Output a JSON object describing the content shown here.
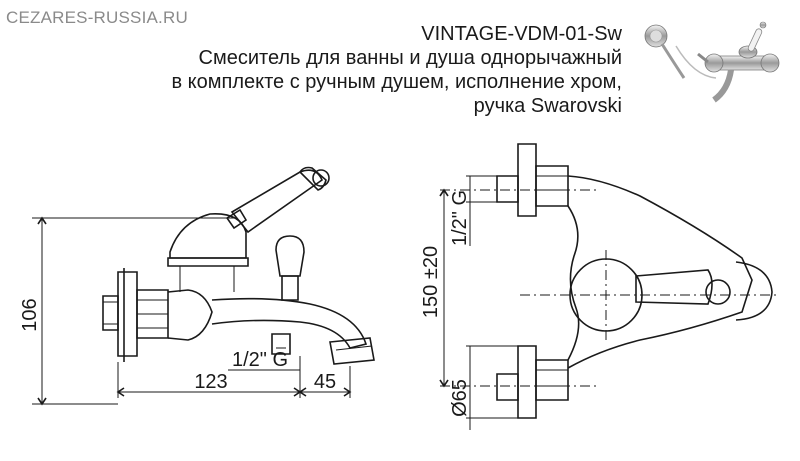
{
  "site": "CEZARES-RUSSIA.RU",
  "model": "VINTAGE-VDM-01-Sw",
  "description_lines": [
    "Смеситель для ванны и душа однорычажный",
    "в комплекте с ручным душем, исполнение хром,",
    "ручка Swarovski"
  ],
  "dimensions": {
    "height": "106",
    "length_left": "123",
    "length_right": "45",
    "thread_side": "1/2\" G",
    "thread_front": "1/2\" G",
    "center_distance": "150 ±20",
    "flange_diameter": "Ø65"
  }
}
